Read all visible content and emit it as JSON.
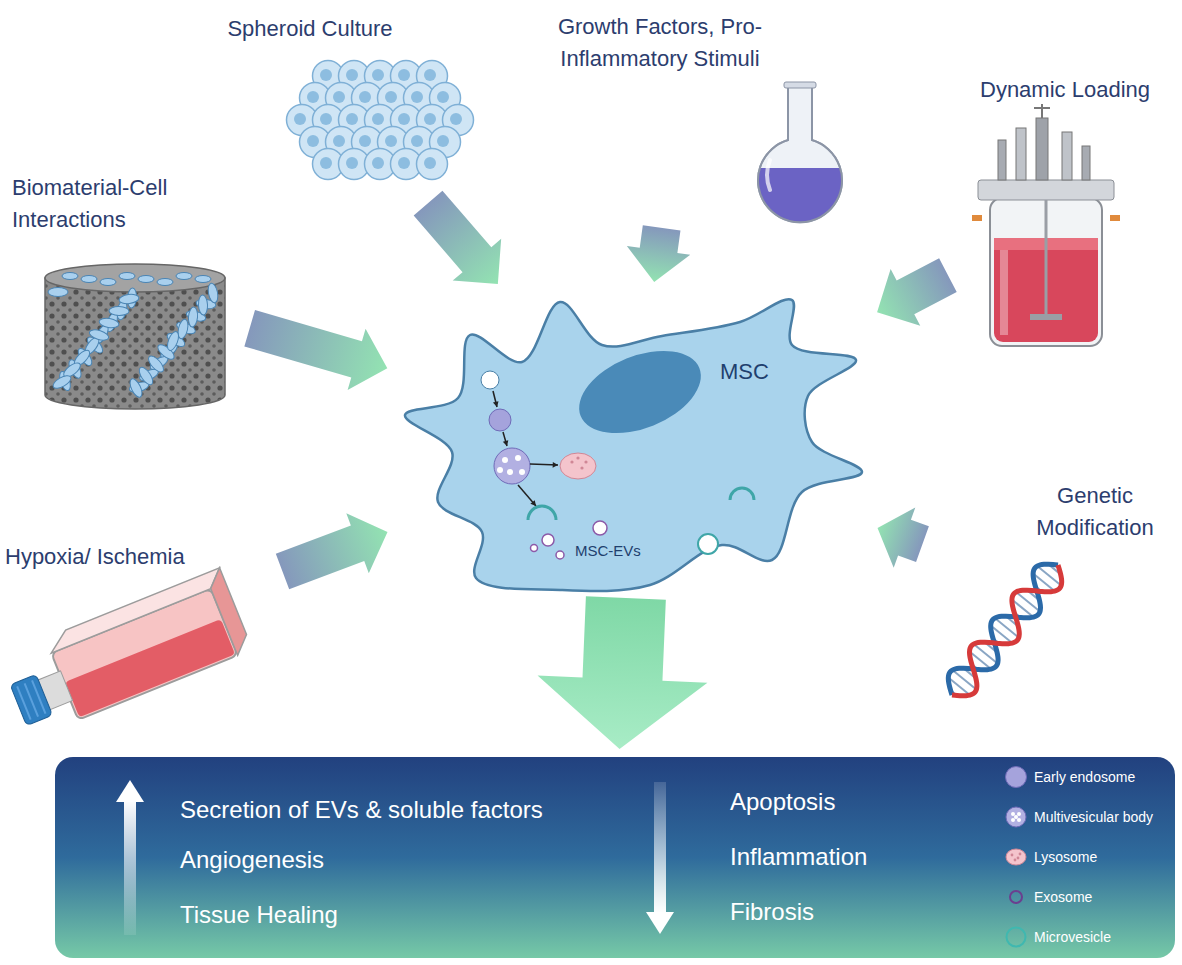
{
  "diagram": {
    "nodes": [
      {
        "text": [
          "Spheroid Culture"
        ]
      },
      {
        "text": [
          "Growth Factors, Pro-Inflammatory Stimuli"
        ]
      },
      {
        "text": [
          "Dynamic Loading"
        ]
      },
      {
        "text": [
          "Biomaterial-Cell Interactions"
        ]
      },
      {
        "text": [
          "MSC",
          "MSC-EVs"
        ]
      },
      {
        "text": [
          "Hypoxia/ Ischemia"
        ]
      },
      {
        "text": [
          "Genetic Modification"
        ]
      },
      {
        "text": [
          "Secretion of  EVs & soluble factors",
          "Angiogenesis",
          "Tissue Healing",
          "Apoptosis",
          "Inflammation",
          "Fibrosis"
        ]
      }
    ],
    "edges": [
      {
        "from": 0,
        "to": 4,
        "arrow": "to"
      },
      {
        "from": 1,
        "to": 4,
        "arrow": "to"
      },
      {
        "from": 2,
        "to": 4,
        "arrow": "to"
      },
      {
        "from": 3,
        "to": 4,
        "arrow": "to"
      },
      {
        "from": 5,
        "to": 4,
        "arrow": "to"
      },
      {
        "from": 6,
        "to": 4,
        "arrow": "to"
      },
      {
        "from": 4,
        "to": 7,
        "arrow": "to"
      }
    ],
    "legend": [
      {
        "text": "Early endosome",
        "color": "#a5a3dc"
      },
      {
        "text": "Multivesicular body"
      },
      {
        "text": "Lysosome"
      },
      {
        "text": "Exosome"
      },
      {
        "text": "Microvesicle"
      }
    ]
  }
}
